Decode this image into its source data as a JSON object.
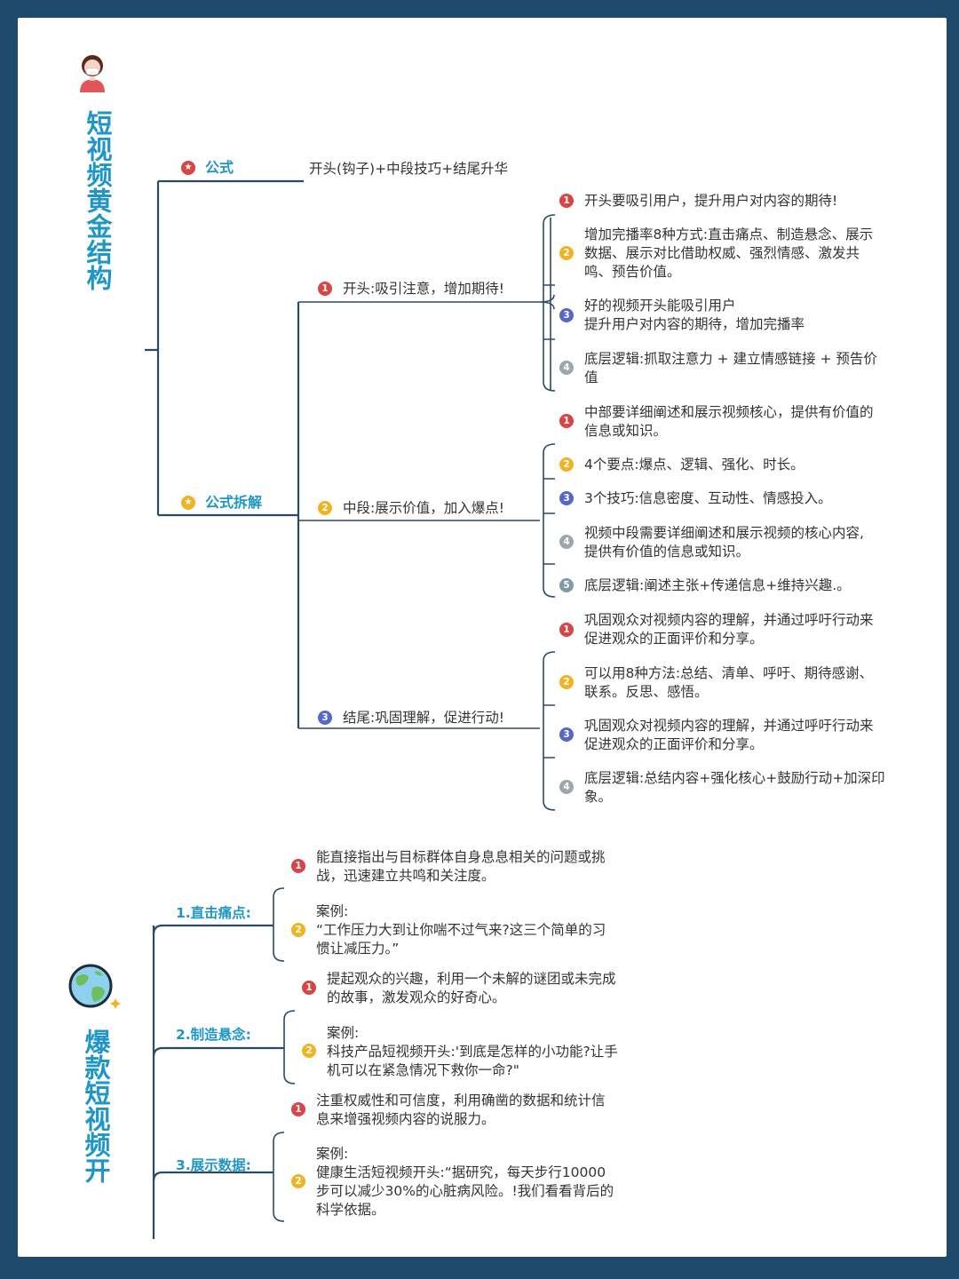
{
  "top": {
    "title": "短视频黄金结构",
    "formula_label": "公式",
    "formula_text": "开头(钩子)+中段技巧+结尾升华",
    "breakdown_label": "公式拆解",
    "sections": [
      {
        "num": "1",
        "label": "开头:吸引注意，增加期待!",
        "items": [
          {
            "num": "1",
            "lines": [
              "开头要吸引用户，提升用户对内容的期待!"
            ]
          },
          {
            "num": "2",
            "lines": [
              "增加完播率8种方式:直击痛点、制造悬念、展示",
              "数据、展示对比借助权威、强烈情感、激发共",
              "鸣、预告价值。"
            ]
          },
          {
            "num": "3",
            "lines": [
              "好的视频开头能吸引用户",
              "提升用户对内容的期待，增加完播率"
            ]
          },
          {
            "num": "4",
            "lines": [
              "底层逻辑:抓取注意力 + 建立情感链接 + 预告价",
              "值"
            ]
          }
        ]
      },
      {
        "num": "2",
        "label": "中段:展示价值，加入爆点!",
        "items": [
          {
            "num": "1",
            "lines": [
              "中部要详细阐述和展示视频核心，提供有价值的",
              "信息或知识。"
            ]
          },
          {
            "num": "2",
            "lines": [
              "4个要点:爆点、逻辑、强化、时长。"
            ]
          },
          {
            "num": "3",
            "lines": [
              "3个技巧:信息密度、互动性、情感投入。"
            ]
          },
          {
            "num": "4",
            "lines": [
              "视频中段需要详细阐述和展示视频的核心内容,",
              "提供有价值的信息或知识。"
            ]
          },
          {
            "num": "5",
            "lines": [
              "底层逻辑:阐述主张+传递信息+维持兴趣.。"
            ]
          }
        ]
      },
      {
        "num": "3",
        "label": "结尾:巩固理解，促进行动!",
        "items": [
          {
            "num": "1",
            "lines": [
              "巩固观众对视频内容的理解，并通过呼吁行动来",
              "促进观众的正面评价和分享。"
            ]
          },
          {
            "num": "2",
            "lines": [
              "可以用8种方法:总结、清单、呼吁、期待感谢、",
              "联系。反思、感悟。"
            ]
          },
          {
            "num": "3",
            "lines": [
              "巩固观众对视频内容的理解，并通过呼吁行动来",
              "促进观众的正面评价和分享。"
            ]
          },
          {
            "num": "4",
            "lines": [
              "底层逻辑:总结内容+强化核心+鼓励行动+加深印",
              "象。"
            ]
          }
        ]
      }
    ]
  },
  "bottom": {
    "title": "爆款短视频开",
    "branches": [
      {
        "label": "1.直击痛点:",
        "items": [
          {
            "num": "1",
            "lines": [
              "能直接指出与目标群体自身息息相关的问题或挑",
              "战，迅速建立共鸣和关注度。"
            ]
          },
          {
            "num": "2",
            "lines": [
              "案例:",
              "“工作压力大到让你喘不过气来?这三个简单的习",
              "惯让减压力。”"
            ]
          }
        ]
      },
      {
        "label": "2.制造悬念:",
        "items": [
          {
            "num": "1",
            "lines": [
              "提起观众的兴趣，利用一个未解的谜团或未完成",
              "的故事，激发观众的好奇心。"
            ]
          },
          {
            "num": "2",
            "lines": [
              "案例:",
              "科技产品短视频开头:'到底是怎样的小功能?让手",
              "机可以在紧急情况下救你一命?\""
            ]
          }
        ]
      },
      {
        "label": "3.展示数据:",
        "items": [
          {
            "num": "1",
            "lines": [
              "注重权威性和可信度，利用确凿的数据和统计信",
              "息来增强视频内容的说服力。"
            ]
          },
          {
            "num": "2",
            "lines": [
              "案例:",
              "健康生活短视频开头:“据研究，每天步行10000",
              "步可以减少30%的心脏病风险。!我们看看背后的",
              "科学依据。"
            ]
          }
        ]
      }
    ]
  }
}
